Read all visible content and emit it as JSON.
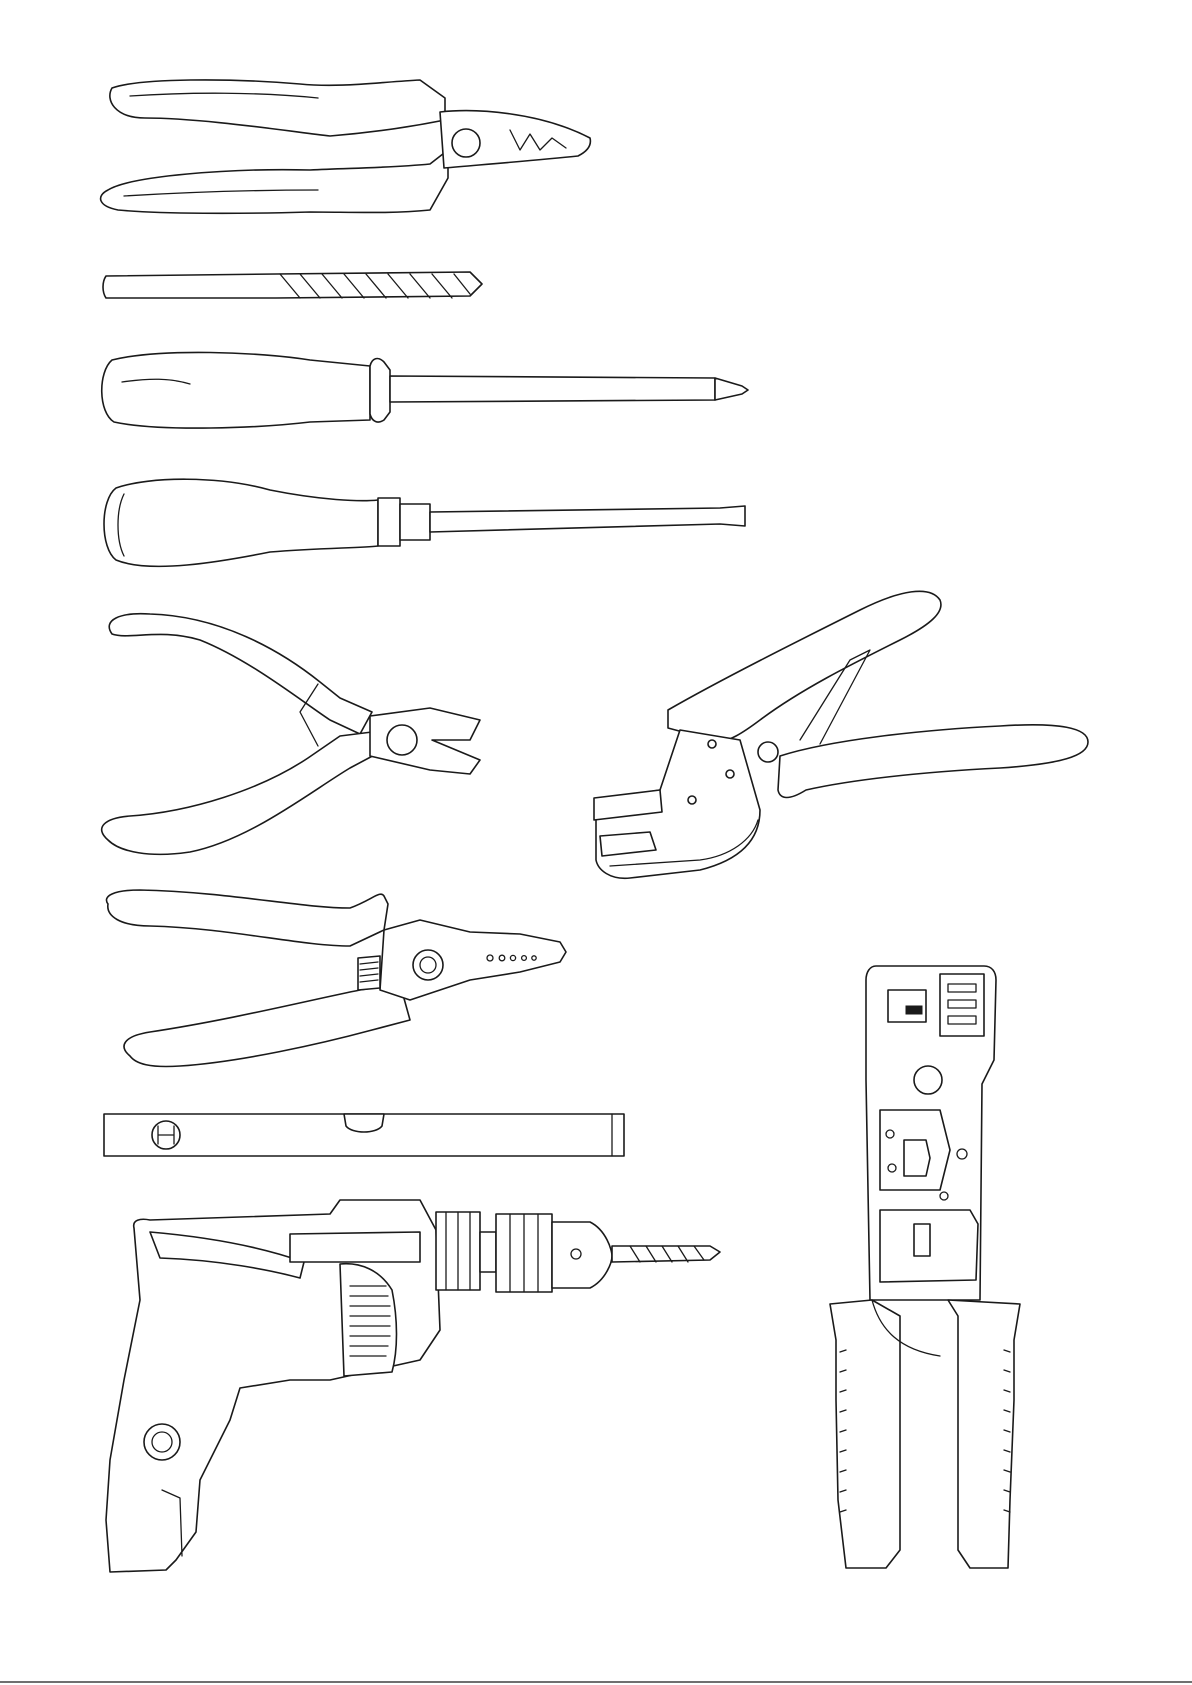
{
  "illustration": {
    "kind": "tool line-art collection",
    "stroke_color": "#1a1a1a",
    "background_color": "#ffffff",
    "tools": [
      "combination-pliers",
      "masonry-drill-bit",
      "phillips-screwdriver",
      "flathead-screwdriver",
      "diagonal-cutting-pliers",
      "ratchet-crimping-pliers",
      "wire-stripper",
      "spirit-level",
      "power-drill",
      "modular-crimp-tool"
    ]
  }
}
